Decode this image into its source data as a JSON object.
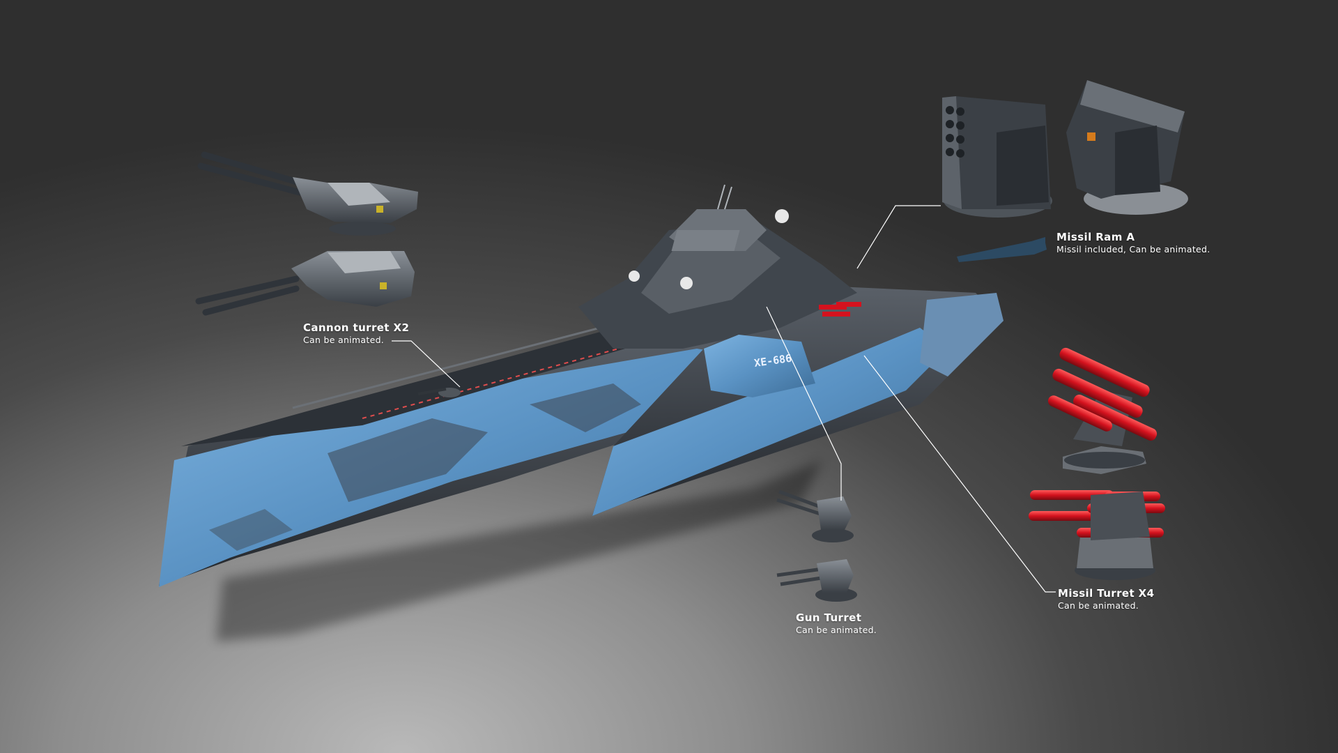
{
  "callouts": {
    "cannon_turret": {
      "title": "Cannon turret X2",
      "subtitle": "Can be animated."
    },
    "missil_ram": {
      "title": "Missil Ram A",
      "subtitle": "Missil included, Can be animated."
    },
    "missil_turret": {
      "title": "Missil Turret X4",
      "subtitle": "Can be animated."
    },
    "gun_turret": {
      "title": "Gun Turret",
      "subtitle": "Can be animated."
    }
  },
  "ship": {
    "hull_marking": "XE-686"
  },
  "colors": {
    "hull_blue": "#5f9cd0",
    "hull_dark": "#2e3338",
    "missile_red": "#d4121e",
    "turret_gray": "#4a4f55",
    "callout_line": "#ffffff"
  }
}
